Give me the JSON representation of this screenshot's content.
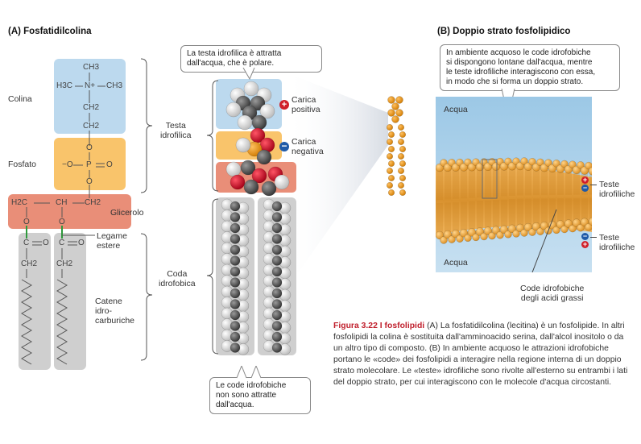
{
  "panel_a": {
    "title": "(A) Fosfatidilcolina",
    "labels": {
      "colina": "Colina",
      "fosfato": "Fosfato",
      "glicerolo": "Glicerolo",
      "legame_estere": "Legame\nestere",
      "catene": "Catene\nidro-\ncarburiche",
      "testa": "Testa\nidrofilica",
      "coda": "Coda\nidrofobica"
    },
    "chem": {
      "ch3_top": "CH3",
      "n_group_left": "H3C",
      "n_atom": "N+",
      "n_group_right": "CH3",
      "ch2_a": "CH2",
      "ch2_b": "CH2",
      "o_top": "O",
      "o_minus": "−O",
      "p_atom": "P",
      "o_right": "O",
      "o_bottom": "O",
      "glyc_left": "H2C",
      "glyc_mid": "CH",
      "glyc_right": "CH2",
      "o_ester1": "O",
      "o_ester2": "O",
      "co1_c": "C",
      "co1_o": "O",
      "co2_c": "C",
      "co2_o": "O",
      "chain1_ch2": "CH2",
      "chain2_ch2": "CH2"
    }
  },
  "middle": {
    "callout_top": "La testa idrofilica è attratta\ndall'acqua, che è polare.",
    "carica_positiva": "Carica\npositiva",
    "carica_negativa": "Carica\nnegativa",
    "callout_bottom": "Le code idrofobiche\nnon sono attratte\ndall'acqua."
  },
  "panel_b": {
    "title": "(B) Doppio strato fosfolipidico",
    "callout": "In ambiente acquoso le code idrofobiche\nsi dispongono lontane dall'acqua, mentre\nle teste idrofiliche interagiscono con essa,\nin modo che si forma un doppio strato.",
    "acqua_top": "Acqua",
    "acqua_bottom": "Acqua",
    "teste_top": "Teste\nidrofiliche",
    "teste_bottom": "Teste\nidrofiliche",
    "code_label": "Code idrofobiche\ndegli acidi grassi"
  },
  "caption": {
    "figure": "Figura 3.22",
    "title": "I fosfolipidi",
    "body": "(A) La fosfatidilcolina (lecitina) è un fosfolipide. In altri fosfolipidi la colina è sostituita dall'amminoacido serina, dall'alcol inositolo o da un altro tipo di composto. (B) In ambiente acquoso le attrazioni idrofobiche portano le «code» dei fosfolipidi a interagire nella regione interna di un doppio strato molecolare. Le «teste» idrofiliche sono rivolte all'esterno su entrambi i lati del doppio strato, per cui interagiscono con le molecole d'acqua circostanti."
  },
  "colors": {
    "choline_box": "#bcd9ee",
    "phosphate_box": "#f9c46b",
    "glycerol_box": "#e98e78",
    "tail_box": "#cfcfcf",
    "water": "#a9cfe9",
    "bilayer": "#e8a548",
    "plus": "#d0202a",
    "minus": "#1f5aa8",
    "caption_red": "#c0202d"
  }
}
